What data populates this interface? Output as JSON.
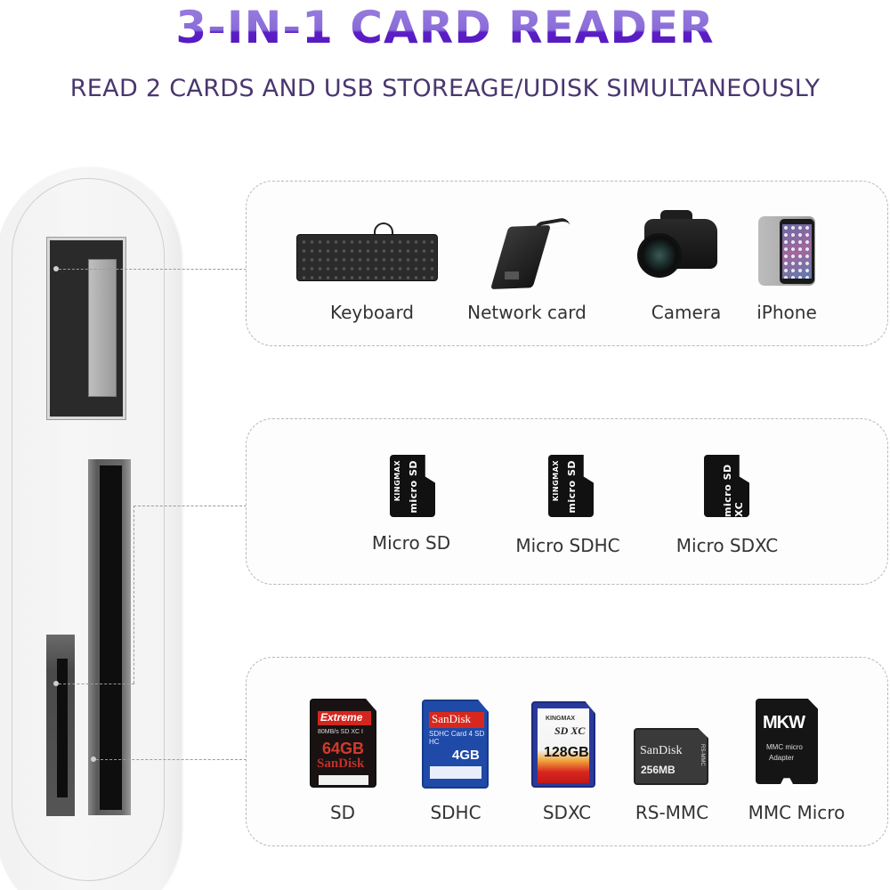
{
  "header": {
    "title": "3-IN-1 CARD READER",
    "subtitle": "READ 2 CARDS AND USB STOREAGE/UDISK SIMULTANEOUSLY",
    "title_color_top": "#8b6fd6",
    "title_color_bottom": "#5a1fc4",
    "subtitle_color": "#4a3a6e"
  },
  "device": {
    "ports": [
      {
        "name": "USB",
        "connects_to": "usb_devices"
      },
      {
        "name": "SD slot",
        "connects_to": "sd_cards"
      },
      {
        "name": "TF slot",
        "connects_to": "micro_cards"
      }
    ]
  },
  "usb_devices": {
    "items": [
      {
        "label": "Keyboard",
        "icon": "keyboard-icon"
      },
      {
        "label": "Network card",
        "icon": "network-adapter-icon"
      },
      {
        "label": "Camera",
        "icon": "camera-icon"
      },
      {
        "label": "iPhone",
        "icon": "smartphone-icon"
      }
    ]
  },
  "micro_cards": {
    "items": [
      {
        "label": "Micro SD",
        "icon": "micro-sd-card-icon",
        "brand": "KINGMAX",
        "mark": "micro SD"
      },
      {
        "label": "Micro SDHC",
        "icon": "micro-sdhc-card-icon",
        "brand": "KINGMAX",
        "mark": "micro SD"
      },
      {
        "label": "Micro SDXC",
        "icon": "micro-sdxc-card-icon",
        "brand": "",
        "mark": "micro SD XC"
      }
    ]
  },
  "sd_cards": {
    "items": [
      {
        "label": "SD",
        "icon": "sd-card-icon",
        "card_band": "Extreme",
        "card_meta": "80MB/s  SD XC I",
        "card_capacity": "64GB",
        "card_brand": "SanDisk"
      },
      {
        "label": "SDHC",
        "icon": "sdhc-card-icon",
        "card_band": "SanDisk",
        "card_meta": "SDHC Card  4  SD HC",
        "card_capacity": "4GB"
      },
      {
        "label": "SDXC",
        "icon": "sdxc-card-icon",
        "card_brand": "KINGMAX",
        "card_logo": "SD XC",
        "card_capacity": "128GB"
      },
      {
        "label": "RS-MMC",
        "icon": "rs-mmc-card-icon",
        "card_brand": "SanDisk",
        "card_capacity": "256MB",
        "card_side": "RS-MMC"
      },
      {
        "label": "MMC Micro",
        "icon": "mmc-micro-adapter-icon",
        "card_brand": "MKW",
        "card_line1": "MMC micro",
        "card_line2": "Adapter"
      }
    ]
  }
}
